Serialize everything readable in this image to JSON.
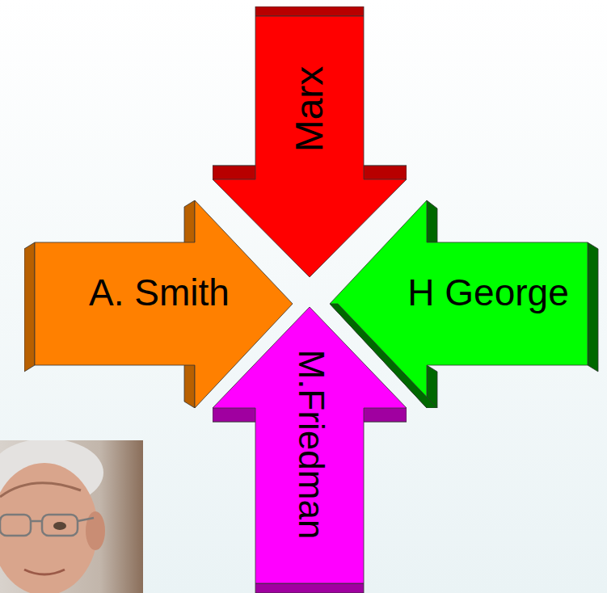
{
  "diagram": {
    "nodes": [
      {
        "text": [
          "Marx"
        ]
      },
      {
        "text": [
          "A. Smith"
        ]
      },
      {
        "text": [
          "H George"
        ]
      },
      {
        "text": [
          "M.Friedman"
        ]
      }
    ]
  }
}
